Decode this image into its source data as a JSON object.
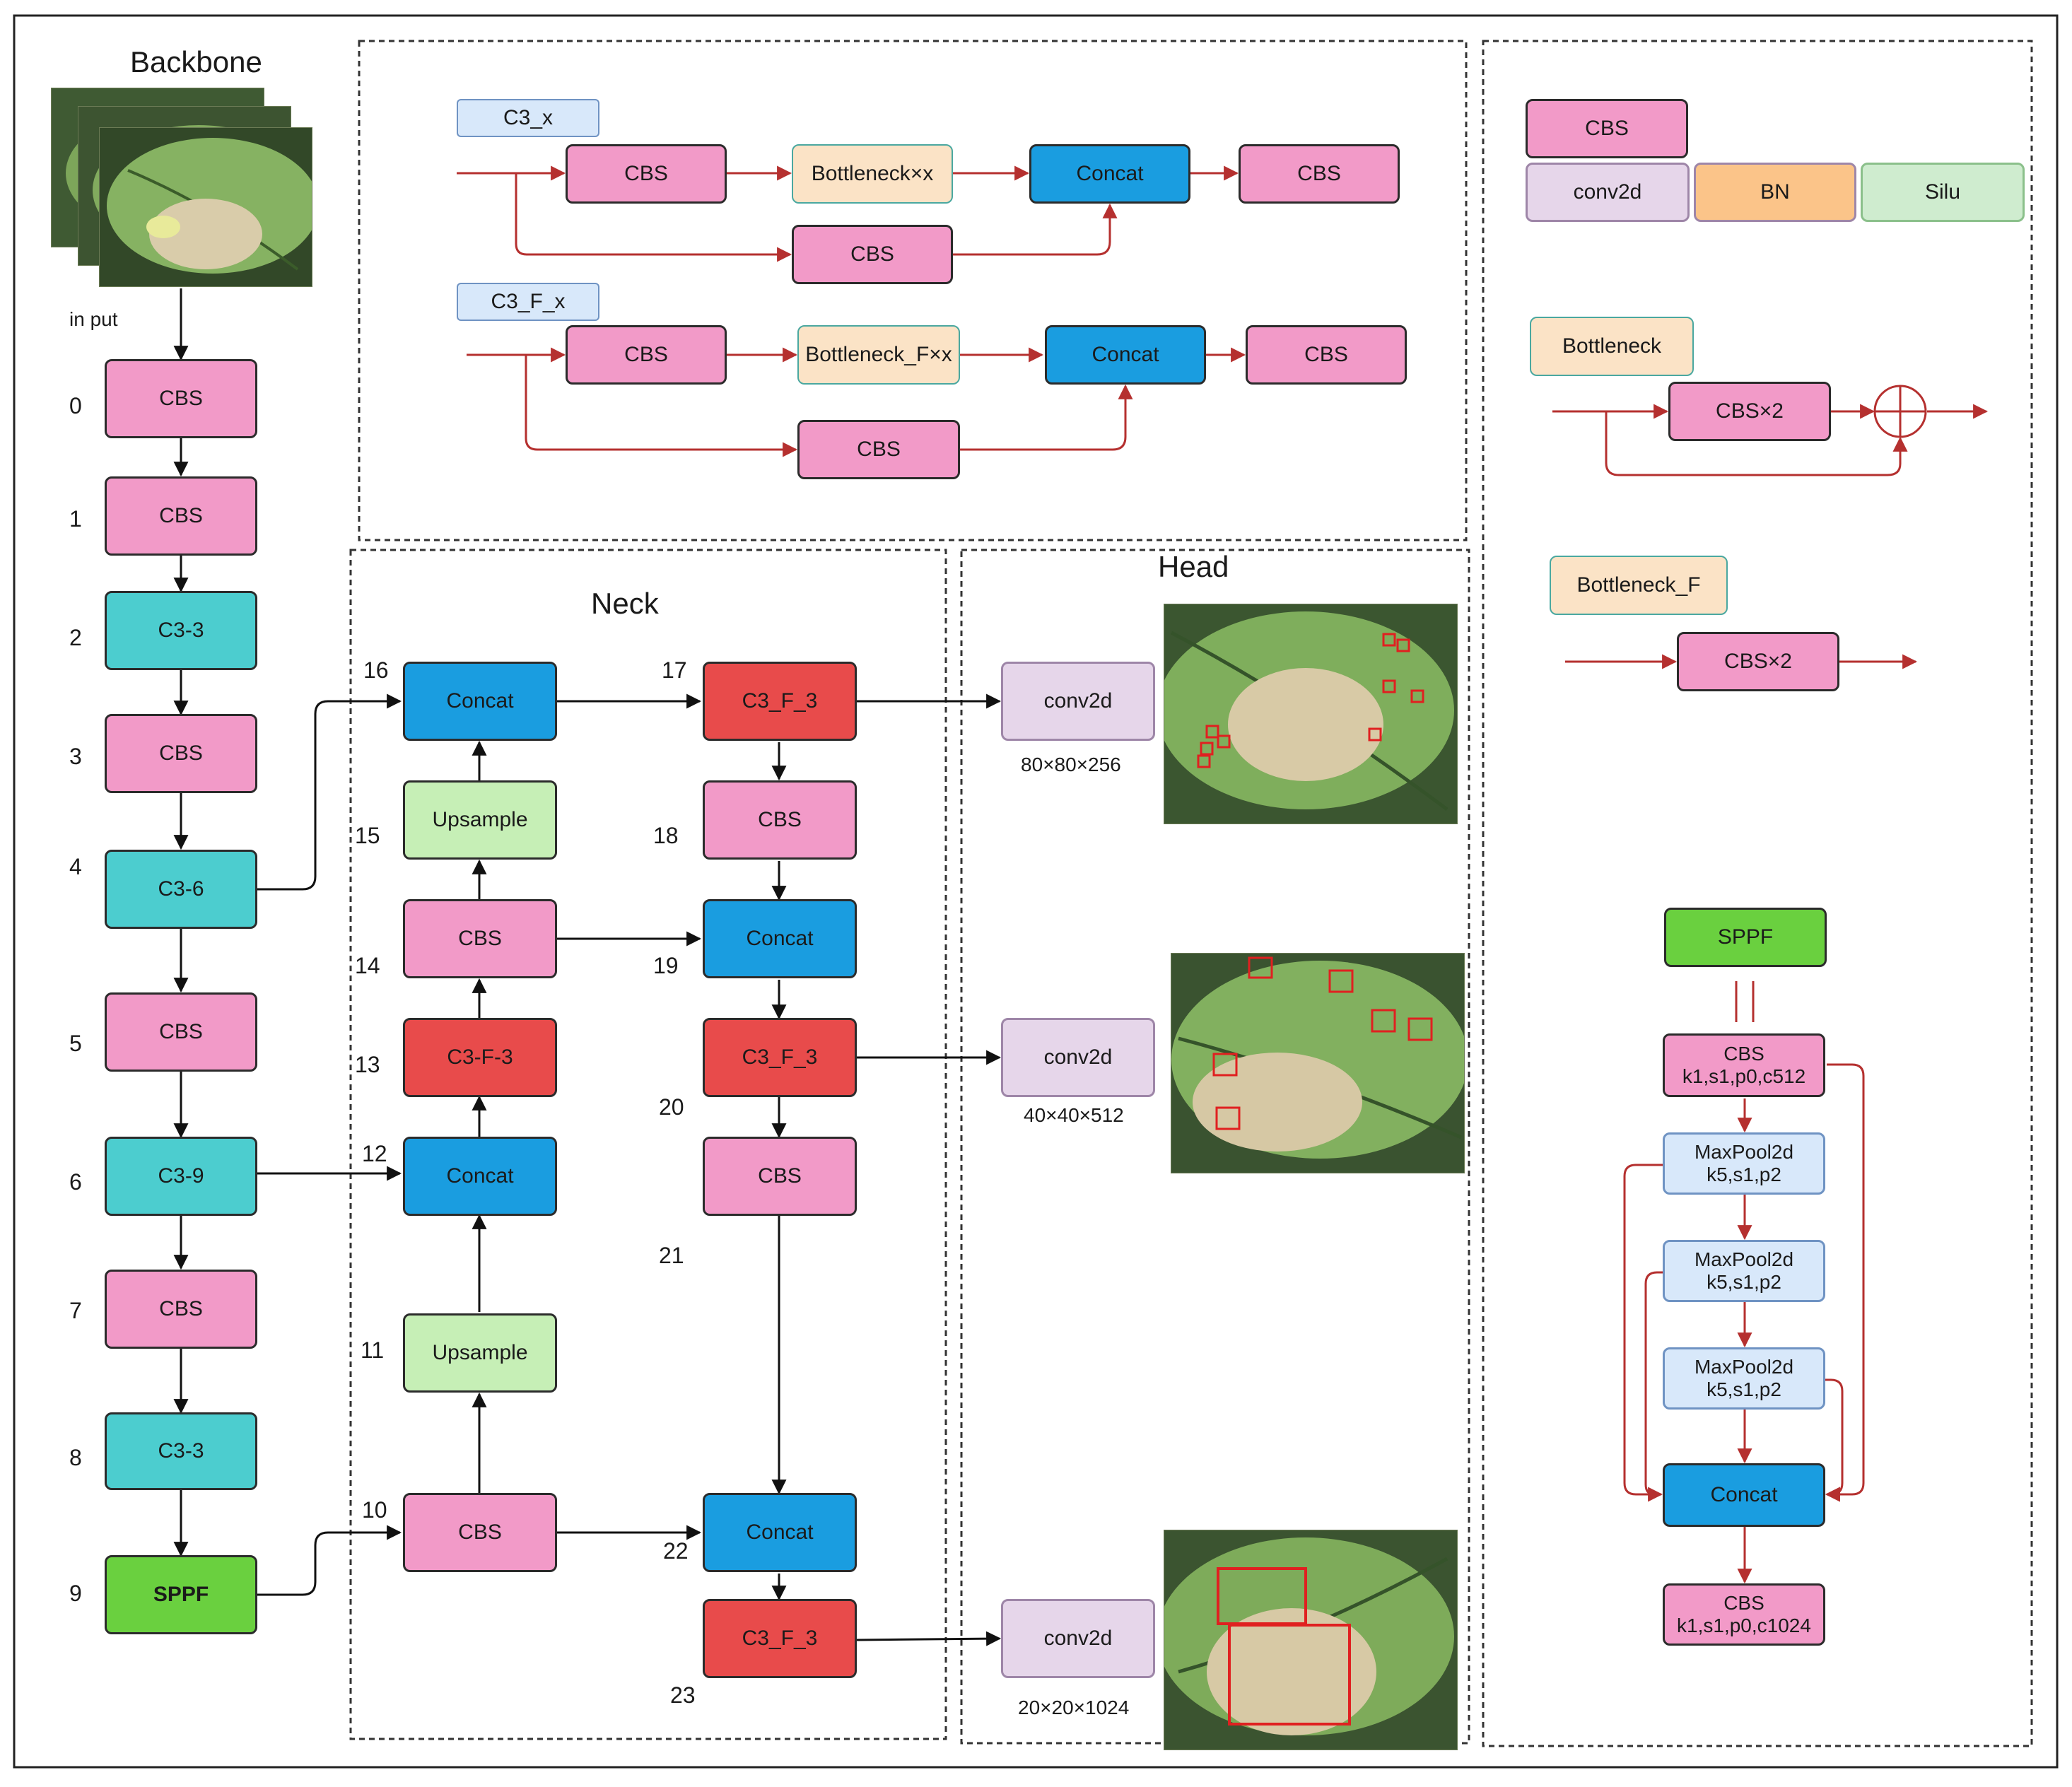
{
  "titles": {
    "backbone": "Backbone",
    "neck": "Neck",
    "head": "Head",
    "input": "in put"
  },
  "backbone": {
    "indices": [
      "0",
      "1",
      "2",
      "3",
      "4",
      "5",
      "6",
      "7",
      "8",
      "9"
    ],
    "blocks": [
      "CBS",
      "CBS",
      "C3-3",
      "CBS",
      "C3-6",
      "CBS",
      "C3-9",
      "CBS",
      "C3-3",
      "SPPF"
    ]
  },
  "neck": {
    "indices": {
      "n10": "10",
      "n11": "11",
      "n12": "12",
      "n13": "13",
      "n14": "14",
      "n15": "15",
      "n16": "16",
      "n17": "17",
      "n18": "18",
      "n19": "19",
      "n20": "20",
      "n21": "21",
      "n22": "22",
      "n23": "23"
    },
    "blocks": {
      "b10": "CBS",
      "b11": "Upsample",
      "b12": "Concat",
      "b13": "C3-F-3",
      "b14": "CBS",
      "b15": "Upsample",
      "b16": "Concat",
      "b17": "C3_F_3",
      "b18": "CBS",
      "b19": "Concat",
      "b20": "C3_F_3",
      "b21": "CBS",
      "b22": "Concat",
      "b23": "C3_F_3"
    }
  },
  "head": {
    "conv_label": "conv2d",
    "sizes": [
      "80×80×256",
      "40×40×512",
      "20×20×1024"
    ]
  },
  "c3x": {
    "tag": "C3_x",
    "cbs_in": "CBS",
    "bottleneck": "Bottleneck×x",
    "concat": "Concat",
    "cbs_out": "CBS",
    "cbs_branch": "CBS"
  },
  "c3fx": {
    "tag": "C3_F_x",
    "cbs_in": "CBS",
    "bottleneck": "Bottleneck_F×x",
    "concat": "Concat",
    "cbs_out": "CBS",
    "cbs_branch": "CBS"
  },
  "legend": {
    "cbs": "CBS",
    "conv2d": "conv2d",
    "bn": "BN",
    "silu": "Silu",
    "bottleneck": "Bottleneck",
    "bottleneck_cbs": "CBS×2",
    "bottleneck_f": "Bottleneck_F",
    "bottleneck_f_cbs": "CBS×2"
  },
  "sppf": {
    "title": "SPPF",
    "cbs1": "CBS\nk1,s1,p0,c512",
    "pool1": "MaxPool2d\nk5,s1,p2",
    "pool2": "MaxPool2d\nk5,s1,p2",
    "pool3": "MaxPool2d\nk5,s1,p2",
    "concat": "Concat",
    "cbs2": "CBS\nk1,s1,p0,c1024"
  },
  "colors": {
    "cbs": "#f29ac8",
    "c3": "#4ccdcf",
    "sppf": "#6ad03f",
    "concat": "#1a9de0",
    "c3f": "#e84b4b",
    "upsample": "#c6efb6",
    "conv2d": "#e6d6ea",
    "bottleneck": "#fbe3c6",
    "maxpool": "#d8e8fa",
    "bn": "#fbc489",
    "silu": "#cfeccf",
    "arrow_red": "#b5302f",
    "arrow_black": "#111111"
  }
}
